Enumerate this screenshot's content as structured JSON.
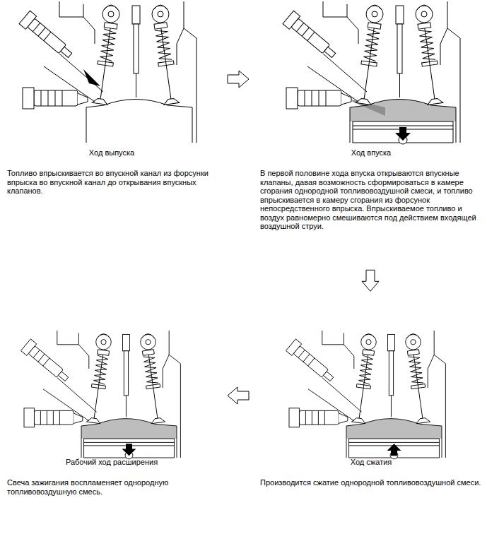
{
  "diagram": {
    "nodes": [
      {
        "text": [
          "Ход выпуска",
          "Топливо впрыскивается во впускной канал из форсунки впрыска во впускной канал до открывания впускных клапанов."
        ]
      },
      {
        "text": [
          "Ход впуска",
          "В первой половине хода впуска открываются впускные клапаны, давая возможность сформироваться в камере сгорания однородной топливовоздушной смеси, и топливо впрыскивается в камеру сгорания из форсунок непосредственного впрыска. Впрыскиваемое топливо и воздух равномерно смешиваются под действием входящей воздушной струи."
        ]
      },
      {
        "text": [
          "Рабочий ход расширения",
          "Свеча зажигания воспламеняет однородную топливовоздушную смесь."
        ]
      },
      {
        "text": [
          "Ход сжатия",
          "Производится сжатие однородной топливовоздушной смеси."
        ]
      }
    ],
    "edges": [
      {
        "from": 0,
        "to": 1,
        "arrow": "to"
      },
      {
        "from": 1,
        "to": 3,
        "arrow": "to"
      },
      {
        "from": 3,
        "to": 2,
        "arrow": "to"
      }
    ]
  }
}
